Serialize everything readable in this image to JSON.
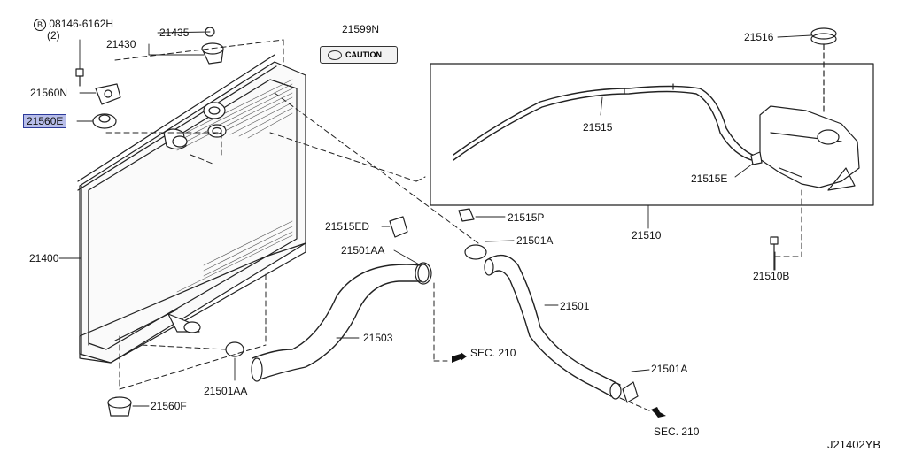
{
  "figure_code": "J21402YB",
  "bolt_note": {
    "symbol": "B",
    "part": "08146-6162H",
    "qty": "(2)"
  },
  "caution_label": "CAUTION",
  "parts": {
    "p21435": "21435",
    "p21430": "21430",
    "p21599N": "21599N",
    "p21516": "21516",
    "p21560N": "21560N",
    "p21560E": "21560E",
    "p21515": "21515",
    "p21515E": "21515E",
    "p21400": "21400",
    "p21515ED": "21515ED",
    "p21515P": "21515P",
    "p21510": "21510",
    "p21501AA_top": "21501AA",
    "p21501A_top": "21501A",
    "p21510B": "21510B",
    "p21501": "21501",
    "p21503": "21503",
    "p21501A_bottom": "21501A",
    "p21501AA_bottom": "21501AA",
    "p21560F": "21560F",
    "sec210_a": "SEC. 210",
    "sec210_b": "SEC. 210"
  },
  "colors": {
    "line": "#222222",
    "highlight_fill": "#b7bde9",
    "highlight_border": "#2c3a9a"
  }
}
